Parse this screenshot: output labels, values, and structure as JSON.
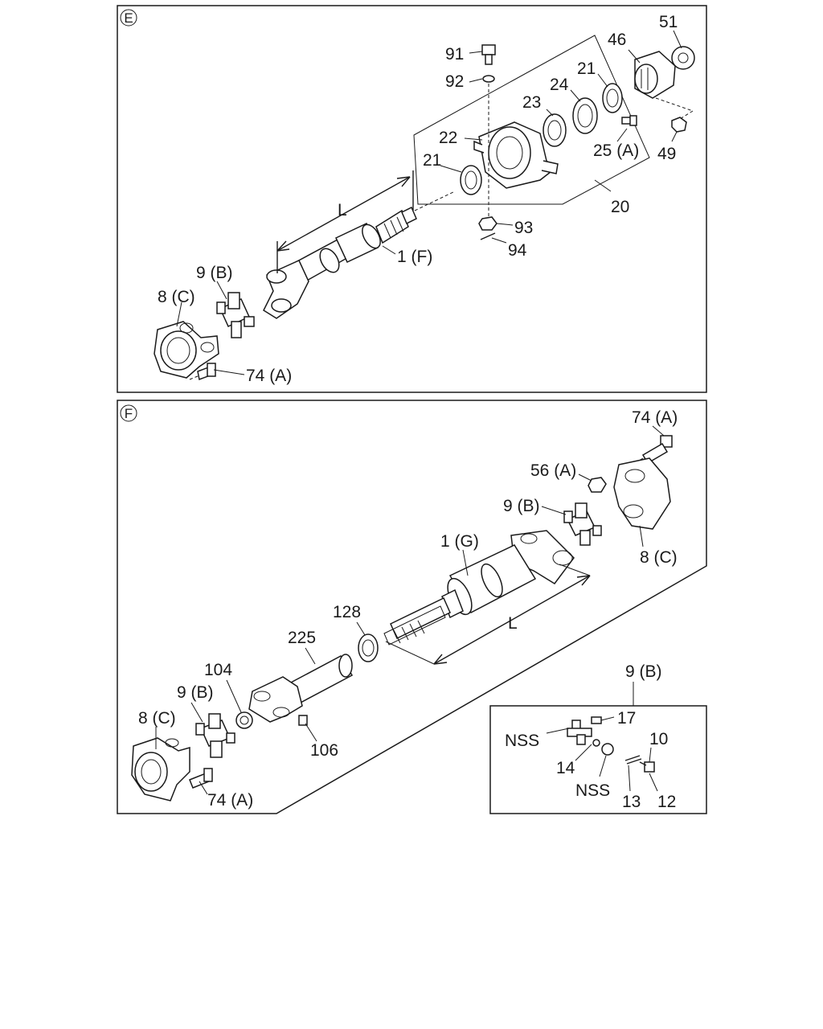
{
  "panel_e": {
    "marker": "E",
    "labels": {
      "p91": "91",
      "p92": "92",
      "p46": "46",
      "p51": "51",
      "p21a": "21",
      "p24": "24",
      "p23": "23",
      "p22": "22",
      "p25a": "25 (A)",
      "p49": "49",
      "p21b": "21",
      "p20": "20",
      "p93": "93",
      "p94": "94",
      "pL": "L",
      "p1f": "1 (F)",
      "p9b": "9 (B)",
      "p8c": "8 (C)",
      "p74a": "74 (A)"
    }
  },
  "panel_f": {
    "marker": "F",
    "labels": {
      "p74a_top": "74 (A)",
      "p56a": "56 (A)",
      "p9b_mid": "9 (B)",
      "p8c_right": "8 (C)",
      "p1g": "1 (G)",
      "p128": "128",
      "p225": "225",
      "pL": "L",
      "p104": "104",
      "p9b_left": "9 (B)",
      "p8c_left": "8 (C)",
      "p106": "106",
      "p74a_bottom": "74 (A)"
    },
    "inset": {
      "p9b": "9 (B)",
      "p17": "17",
      "nss1": "NSS",
      "p10": "10",
      "p14": "14",
      "nss2": "NSS",
      "p13": "13",
      "p12": "12"
    }
  }
}
